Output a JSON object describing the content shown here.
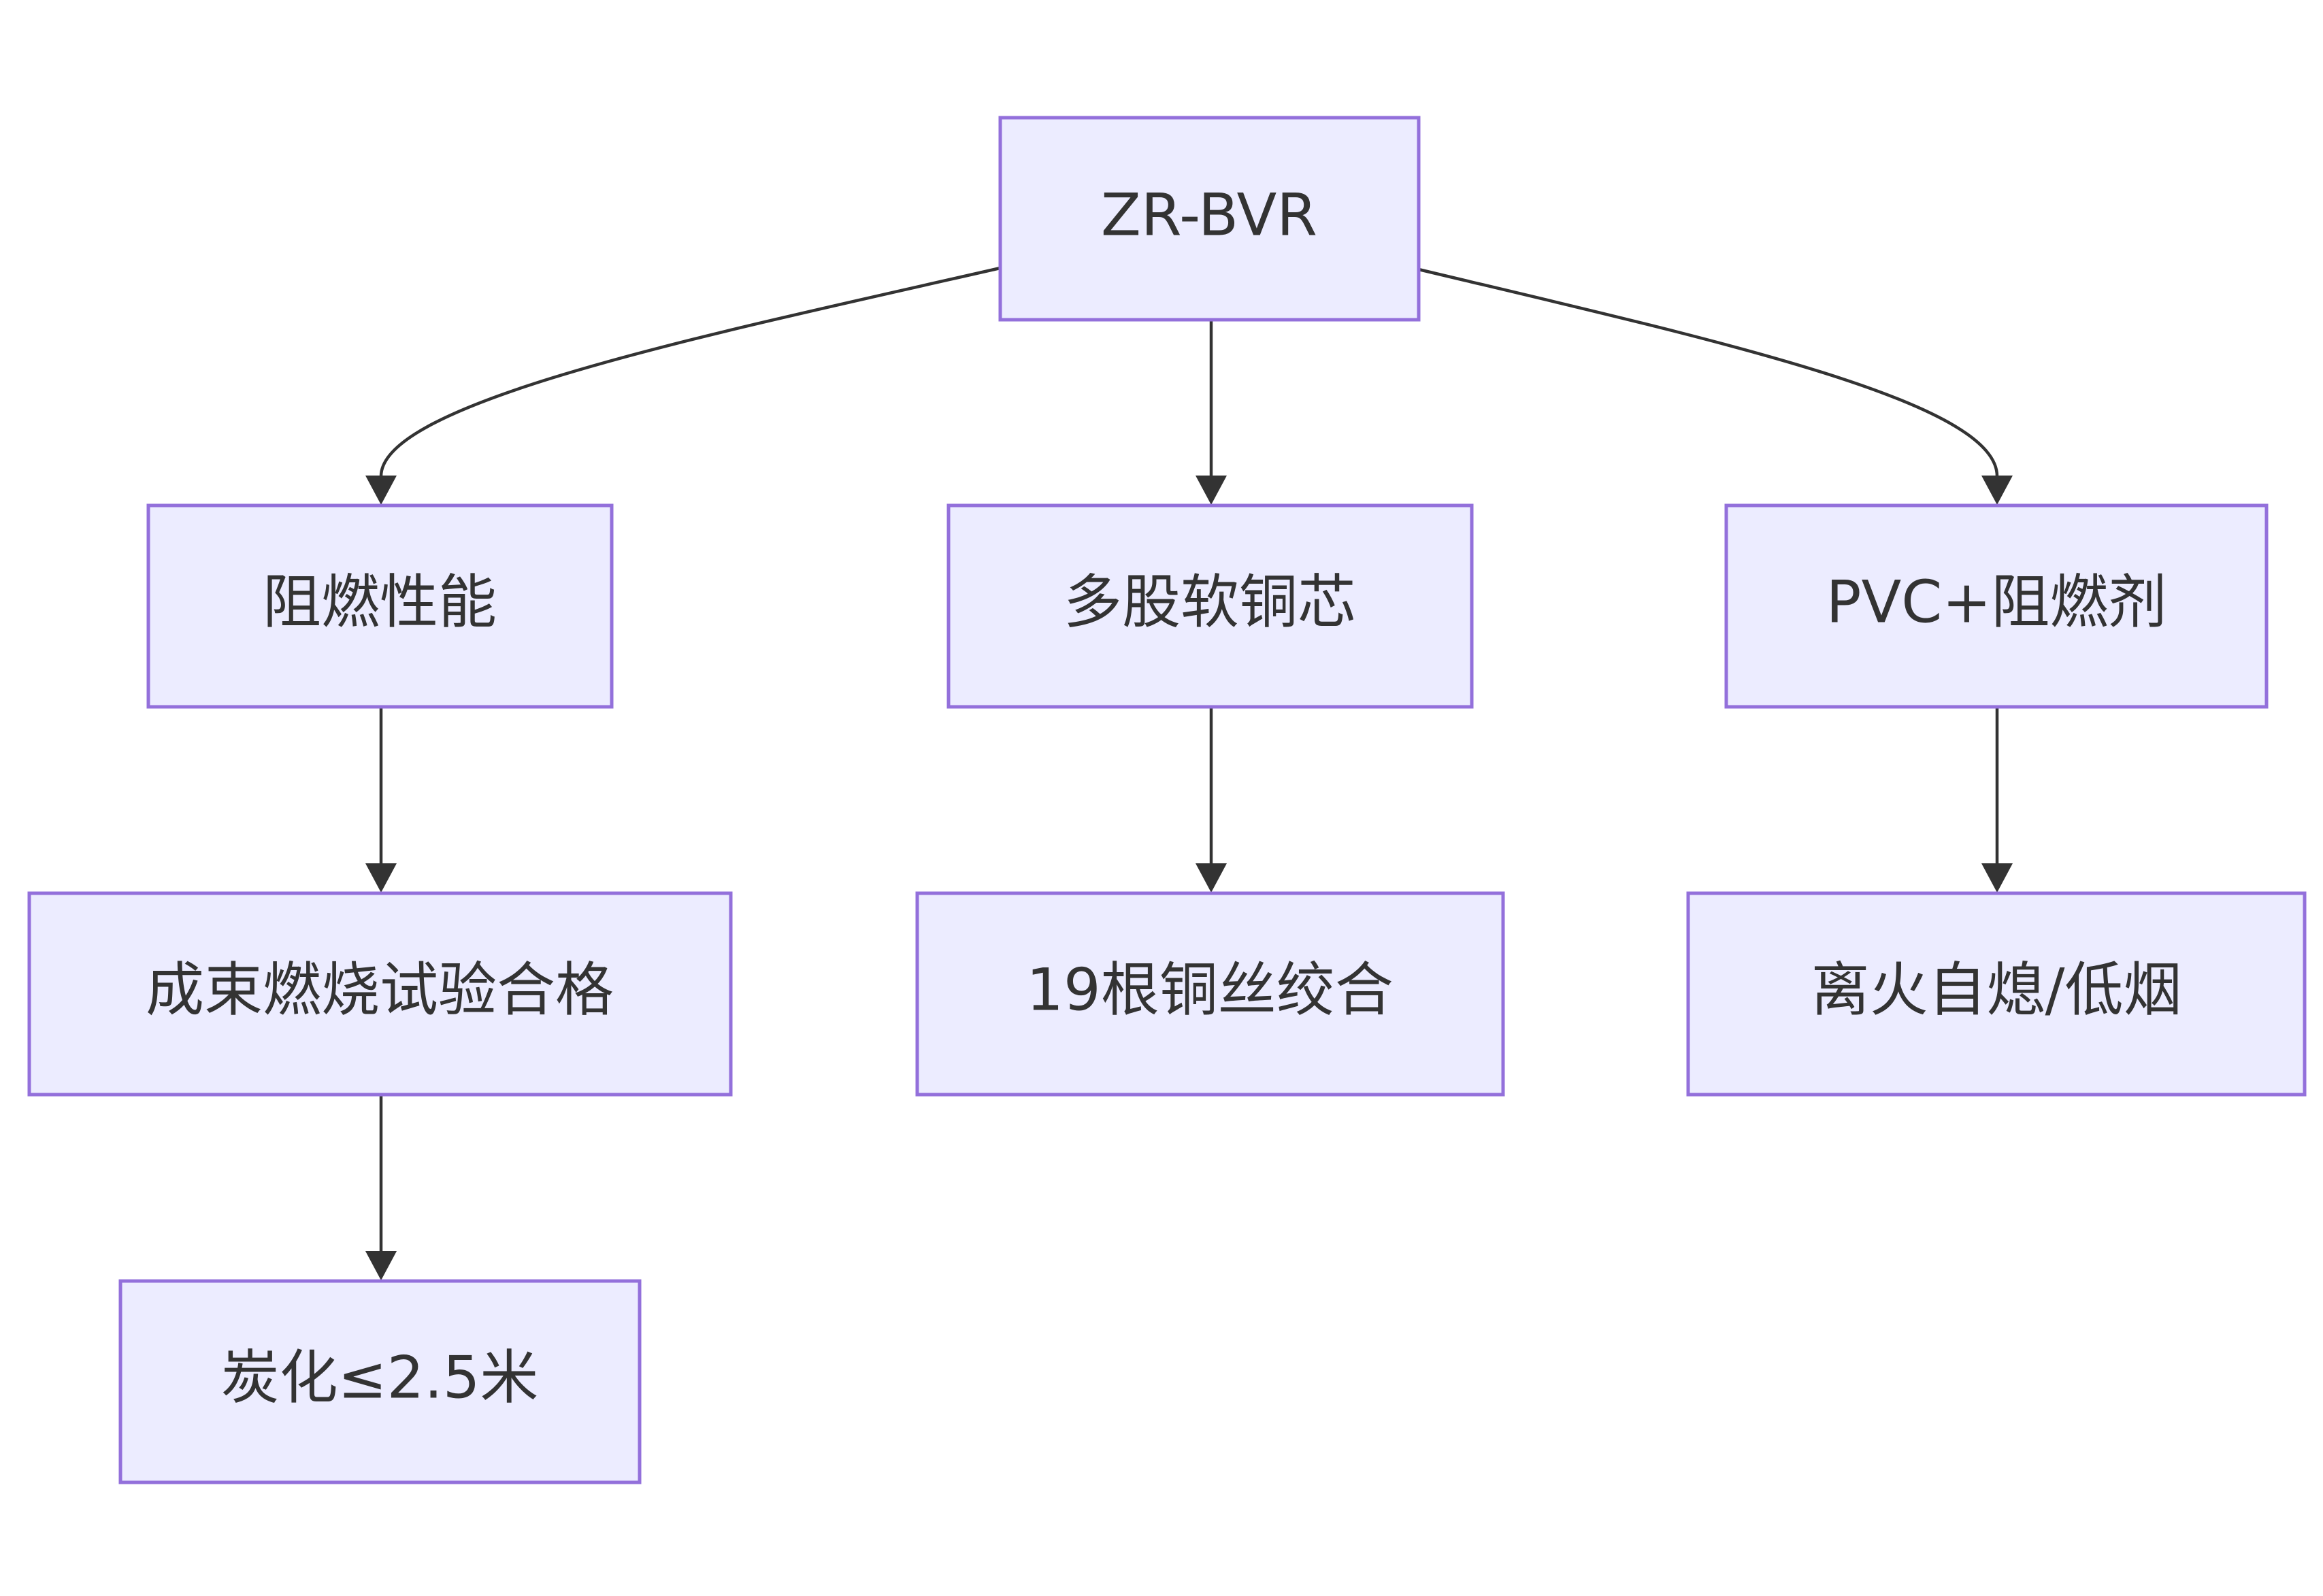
{
  "diagram": {
    "nodes": {
      "root": {
        "label": "ZR-BVR"
      },
      "flame_retardant": {
        "label": "阻燃性能"
      },
      "conductor": {
        "label": "多股软铜芯"
      },
      "insulation": {
        "label": "PVC+阻燃剂"
      },
      "bundle_test": {
        "label": "成束燃烧试验合格"
      },
      "strands": {
        "label": "19根铜丝绞合"
      },
      "self_extinguish": {
        "label": "离火自熄/低烟"
      },
      "char_length": {
        "label": "炭化≤2.5米"
      }
    },
    "edges": [
      {
        "from": "root",
        "to": "flame_retardant"
      },
      {
        "from": "root",
        "to": "conductor"
      },
      {
        "from": "root",
        "to": "insulation"
      },
      {
        "from": "flame_retardant",
        "to": "bundle_test"
      },
      {
        "from": "conductor",
        "to": "strands"
      },
      {
        "from": "insulation",
        "to": "self_extinguish"
      },
      {
        "from": "bundle_test",
        "to": "char_length"
      }
    ]
  }
}
